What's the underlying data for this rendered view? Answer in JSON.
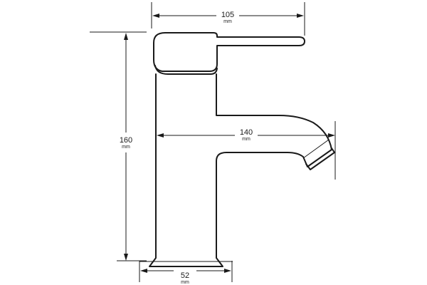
{
  "dimensions": {
    "handle_width": {
      "value": "105",
      "unit": "mm"
    },
    "height": {
      "value": "160",
      "unit": "mm"
    },
    "spout_reach": {
      "value": "140",
      "unit": "mm"
    },
    "base_width": {
      "value": "52",
      "unit": "mm"
    }
  },
  "colors": {
    "line": "#1a1a1a",
    "background": "#ffffff"
  }
}
